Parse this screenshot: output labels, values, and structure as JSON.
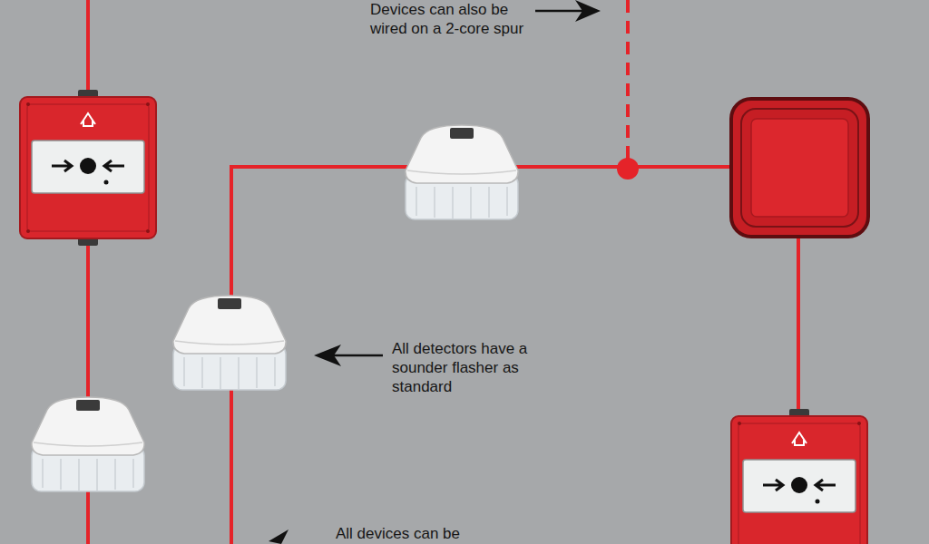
{
  "diagram": {
    "labels": [
      "Devices can also be wired on a 2-core spur",
      "All detectors have a sounder flasher as standard",
      "All devices can be"
    ]
  }
}
